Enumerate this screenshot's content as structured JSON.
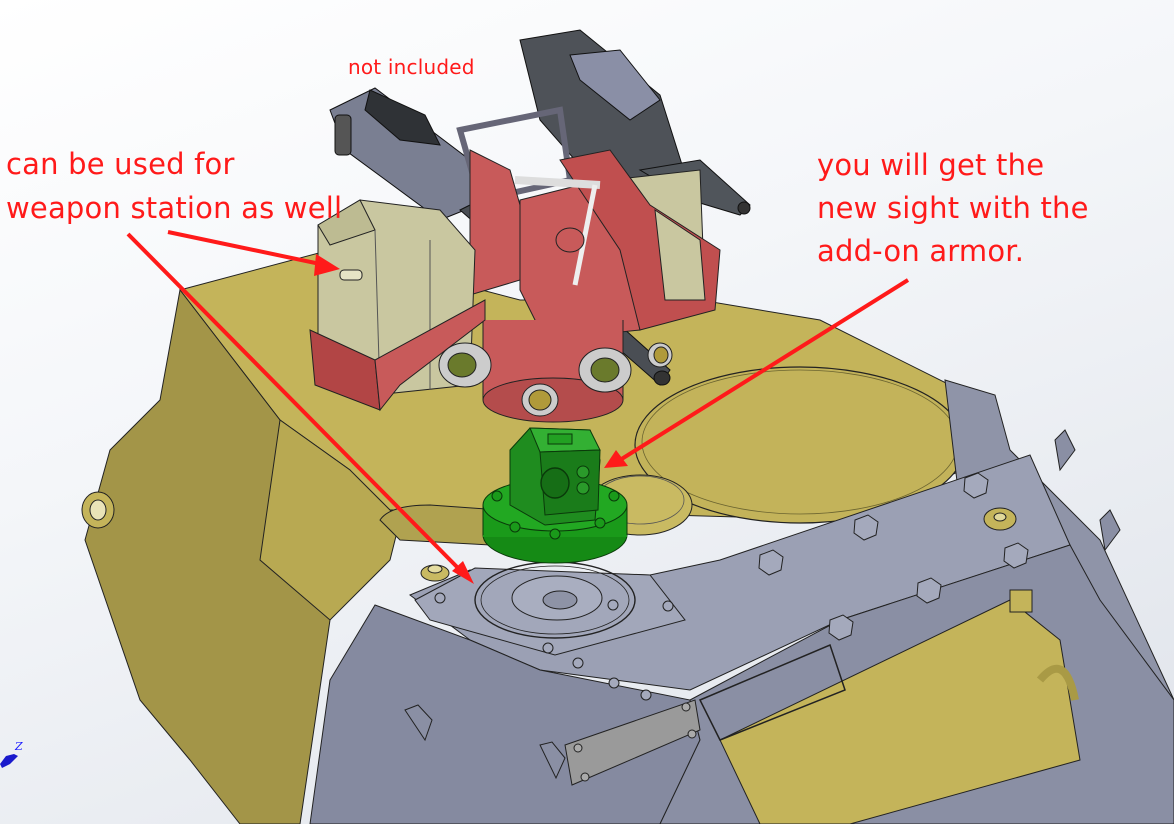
{
  "viewport": {
    "background": "#f0f2f6",
    "annotation_color": "#ff1a1a"
  },
  "annotations": {
    "top": "not included",
    "left": "can be used for\nweapon station as well",
    "right": "you will get the\nnew sight with the\nadd-on armor."
  },
  "triad": {
    "axis_label": "Z"
  },
  "model": {
    "hull_color": "#c4b45a",
    "hull_shadow_color": "#a39548",
    "armor_color": "#9095aa",
    "armor_shadow_color": "#7a7f96",
    "mount_color": "#c85a5a",
    "sight_color": "#1f8c1f",
    "ammo_box_color": "#c9c7a0",
    "gun_color": "#555a60"
  }
}
